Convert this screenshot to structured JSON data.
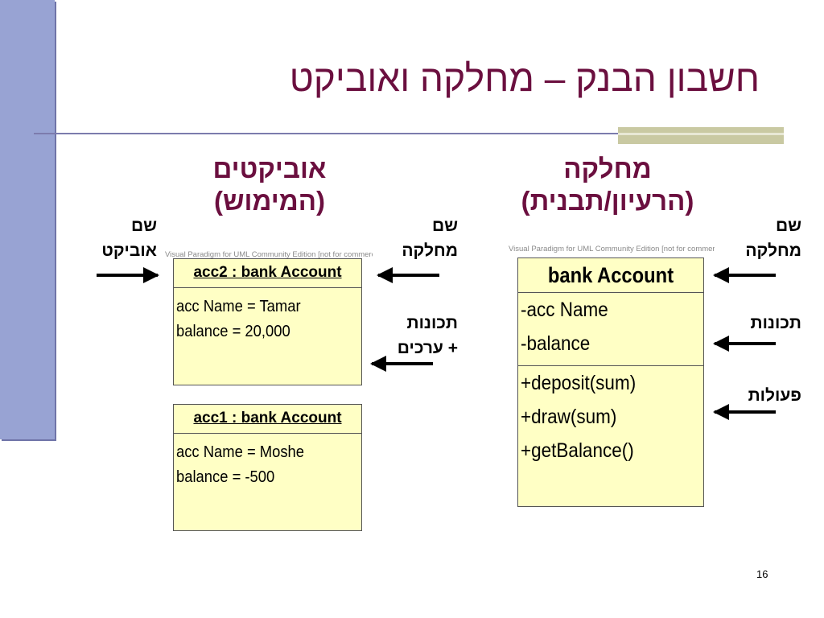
{
  "slide": {
    "title": "חשבון הבנק – מחלקה ואוביקט",
    "page_number": "16"
  },
  "headings": {
    "objects_line1": "אוביקטים",
    "objects_line2": "(המימוש)",
    "class_line1": "מחלקה",
    "class_line2": "(הרעיון/תבנית)"
  },
  "labels": {
    "object_name_1": "שם",
    "object_name_2": "אוביקט",
    "class_name_mid_1": "שם",
    "class_name_mid_2": "מחלקה",
    "props_values_1": "תכונות",
    "props_values_2": "+ ערכים",
    "class_name_right_1": "שם",
    "class_name_right_2": "מחלקה",
    "props": "תכונות",
    "ops": "פעולות"
  },
  "watermarks": {
    "objects": "Visual Paradigm for UML Community Edition [not for commercial use]",
    "class": "Visual Paradigm for UML Community Edition [not for commercial use]"
  },
  "class_box": {
    "name": "bank Account",
    "attributes": [
      "-acc Name",
      "-balance"
    ],
    "operations": [
      "+deposit(sum)",
      "+draw(sum)",
      "+getBalance()"
    ]
  },
  "objects": [
    {
      "name": "acc2 : bank Account",
      "attributes": [
        "acc Name = Tamar",
        "balance = 20,000"
      ]
    },
    {
      "name": "acc1 : bank Account",
      "attributes": [
        "acc Name = Moshe",
        "balance = -500"
      ]
    }
  ]
}
